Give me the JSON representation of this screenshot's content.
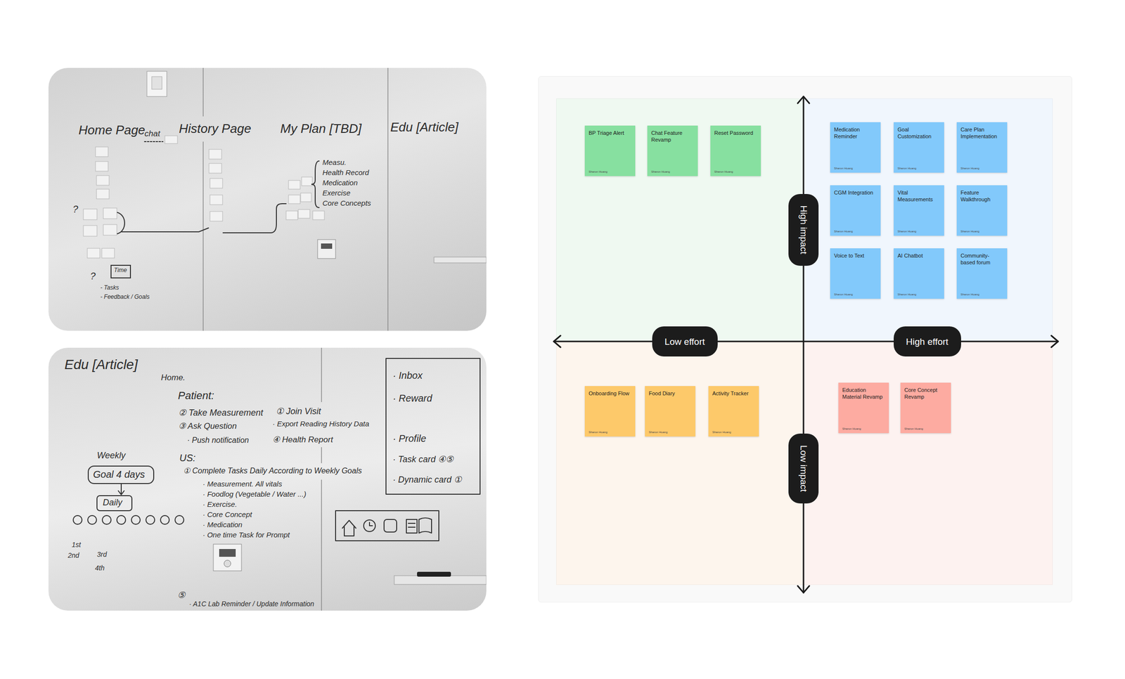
{
  "diagram": {
    "nodes": [
      {
        "text": [
          "BP Triage Alert",
          "Sharon Huang"
        ]
      },
      {
        "text": [
          "Chat Feature Revamp",
          "Sharon Huang"
        ]
      },
      {
        "text": [
          "Reset Password",
          "Sharon Huang"
        ]
      },
      {
        "text": [
          "Medication Reminder",
          "Sharon Huang"
        ]
      },
      {
        "text": [
          "Goal Customization",
          "Sharon Huang"
        ]
      },
      {
        "text": [
          "Care Plan Implementation",
          "Sharon Huang"
        ]
      },
      {
        "text": [
          "High impact"
        ]
      },
      {
        "text": [
          "CGM Integration",
          "Sharon Huang"
        ]
      },
      {
        "text": [
          "Vital Measurements",
          "Sharon Huang"
        ]
      },
      {
        "text": [
          "Feature Walkthrough",
          "Sharon Huang"
        ]
      },
      {
        "text": [
          "Voice to Text",
          "Sharon Huang"
        ]
      },
      {
        "text": [
          "AI Chatbot",
          "Sharon Huang"
        ]
      },
      {
        "text": [
          "Community-based forum",
          "Sharon Huang"
        ]
      },
      {
        "text": [
          "Low effort"
        ]
      },
      {
        "text": [
          "High effort"
        ]
      },
      {
        "text": [
          "Onboarding Flow",
          "Sharon Huang"
        ]
      },
      {
        "text": [
          "Food Diary",
          "Sharon Huang"
        ]
      },
      {
        "text": [
          "Activity Tracker",
          "Sharon Huang"
        ]
      },
      {
        "text": [
          "Education Material Revamp",
          "Sharon Huang"
        ]
      },
      {
        "text": [
          "Core Concept Revamp",
          "Sharon Huang"
        ]
      },
      {
        "text": [
          "Low impact"
        ]
      }
    ],
    "labels": [
      "Home Page",
      "chat",
      "History Page",
      "My Plan [TBD]",
      "Edu [Article]",
      "Measu.",
      "Health Record",
      "Medication",
      "Exercise",
      "Core Concepts",
      "?",
      "?",
      "Time",
      "- Tasks",
      "- Feedback / Goals",
      "Edu [Article]",
      "Home.",
      "Patient:",
      "② Take Measurement",
      "① Join Visit",
      "③ Ask Question",
      "· Export Reading History Data",
      "· Push notification",
      "④ Health Report",
      "US:",
      "① Complete Tasks Daily According to Weekly Goals",
      "· Measurement. All vitals",
      "· Foodlog (Vegetable / Water ...)",
      "· Exercise.",
      "· Core Concept",
      "· Medication",
      "· One time Task for Prompt",
      "Weekly",
      "Goal 4 days",
      "Daily",
      "1st",
      "2nd",
      "3rd",
      "4th",
      "⑤",
      "· A1C Lab Reminder / Update Information",
      "· Inbox",
      "· Reward",
      "· Profile",
      "· Task card ④⑤",
      "· Dynamic card ①"
    ]
  }
}
